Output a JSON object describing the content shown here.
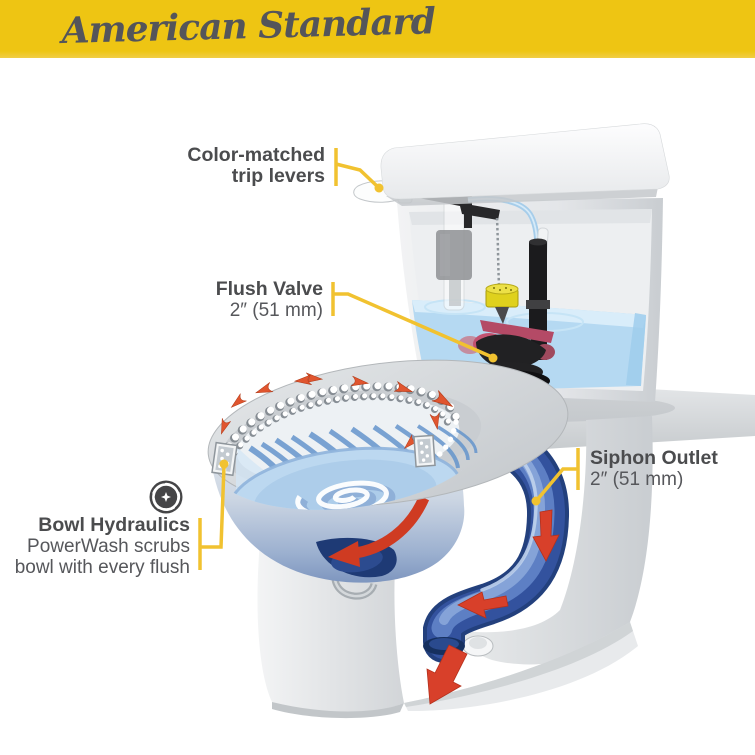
{
  "banner": {
    "logo_text": "American Standard",
    "background": "#eec513"
  },
  "colors": {
    "brand_yellow": "#eec513",
    "callout_yellow": "#f1c230",
    "label_gray": "#4b4c4e",
    "tank_water_blue": "#b5d9f2",
    "trap_blue": "#33529e",
    "flow_red": "#d8402a",
    "rim_flow_orange": "#e0552f",
    "float_yellow": "#dfd11d",
    "flapper_magenta": "#b44a66"
  },
  "callouts": {
    "trip_levers": {
      "line1": "Color-matched",
      "line2": "trip levers"
    },
    "flush_valve": {
      "title": "Flush Valve",
      "size": "2″ (51 mm)"
    },
    "siphon_outlet": {
      "title": "Siphon Outlet",
      "size": "2″ (51 mm)"
    },
    "bowl_hydraulics": {
      "title": "Bowl Hydraulics",
      "line1": "PowerWash scrubs",
      "line2": "bowl with every flush",
      "icon": "powerwash-swirl-icon"
    }
  }
}
